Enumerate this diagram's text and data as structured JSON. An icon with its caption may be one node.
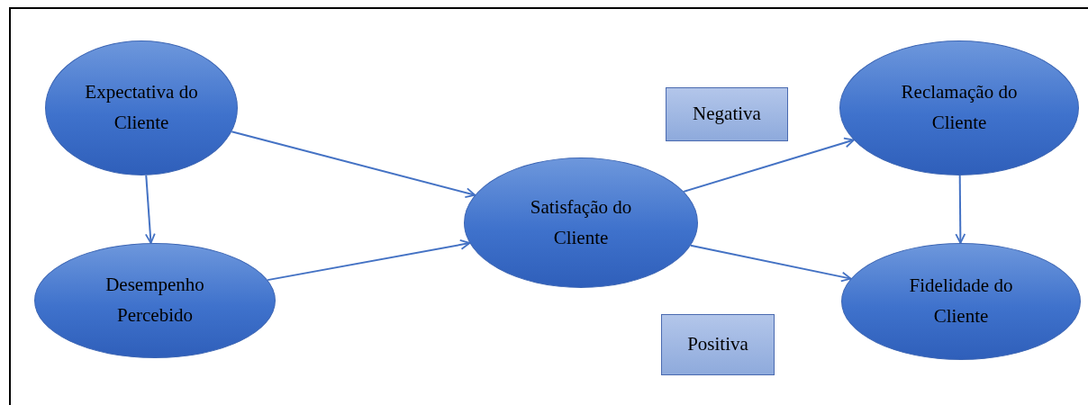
{
  "diagram": {
    "nodes": [
      {
        "text": [
          "Expectativa do Cliente"
        ]
      },
      {
        "text": [
          "Desempenho Percebido"
        ]
      },
      {
        "text": [
          "Satisfação do Cliente"
        ]
      },
      {
        "text": [
          "Negativa"
        ]
      },
      {
        "text": [
          "Reclamação do Cliente"
        ]
      },
      {
        "text": [
          "Fidelidade do Cliente"
        ]
      },
      {
        "text": [
          "Positiva"
        ]
      }
    ],
    "edges": [
      {
        "from": 0,
        "to": 1,
        "arrow": "to"
      },
      {
        "from": 0,
        "to": 2,
        "arrow": "to"
      },
      {
        "from": 1,
        "to": 2,
        "arrow": "to"
      },
      {
        "from": 2,
        "to": 4,
        "arrow": "to"
      },
      {
        "from": 2,
        "to": 5,
        "arrow": "to"
      },
      {
        "from": 4,
        "to": 5,
        "arrow": "to"
      }
    ]
  }
}
